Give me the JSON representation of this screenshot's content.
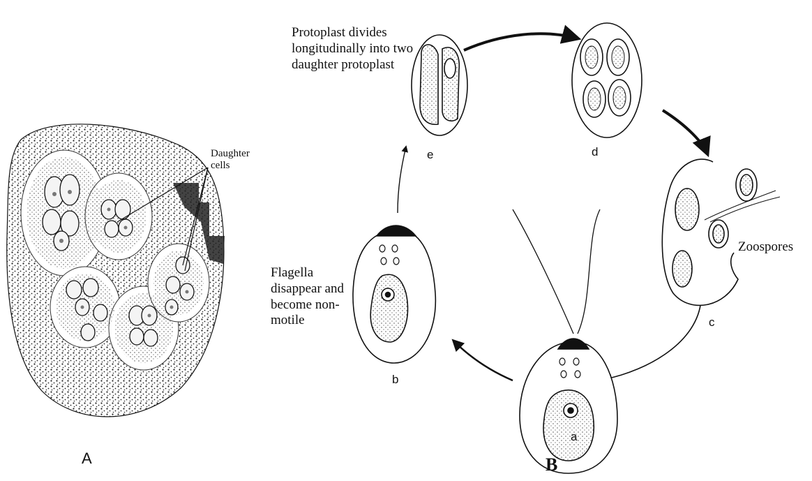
{
  "panel_a": {
    "letter": "A",
    "daughter_label": "Daughter cells"
  },
  "panel_b": {
    "letter": "B",
    "stages": {
      "a": "a",
      "b": "b",
      "c": "c",
      "d": "d",
      "e": "e"
    },
    "annotations": {
      "protoplast": "Protoplast divides longitudinally into two daughter protoplast",
      "flagella": "Flagella disappear and become non-motile",
      "zoospores": "Zoospores"
    }
  }
}
